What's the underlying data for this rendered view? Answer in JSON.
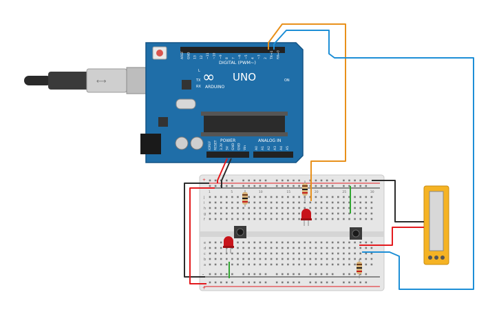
{
  "board": {
    "brand": "ARDUINO",
    "model": "UNO",
    "digital_label": "DIGITAL (PWM~)",
    "power_label": "POWER",
    "analog_label": "ANALOG IN",
    "on_label": "ON",
    "l_label": "L",
    "tx_label": "TX",
    "rx_label": "RX",
    "digital_pins": [
      "AREF",
      "GND",
      "13",
      "12",
      "~11",
      "~10",
      "~9",
      "8",
      "7",
      "~6",
      "~5",
      "4",
      "~3",
      "2",
      "TX→1",
      "RX←0"
    ],
    "power_pins": [
      "IOREF",
      "RESET",
      "3.3V",
      "5V",
      "GND",
      "GND",
      "Vin"
    ],
    "analog_pins": [
      "A0",
      "A1",
      "A2",
      "A3",
      "A4",
      "A5"
    ]
  },
  "breadboard": {
    "row_letters": [
      "j",
      "i",
      "h",
      "g",
      "f",
      "e",
      "d",
      "c",
      "b",
      "a"
    ],
    "rail_plus": "+",
    "rail_minus": "-",
    "column_numbers": [
      "1",
      "5",
      "10",
      "15",
      "20",
      "25",
      "30"
    ]
  },
  "colors": {
    "board_blue": "#1f6ea8",
    "wire_orange": "#e8901a",
    "wire_blue": "#1c8ed6",
    "wire_red": "#e3191d",
    "wire_black": "#2b2b2b",
    "wire_green": "#2fa52f",
    "led_red": "#c8141b",
    "multimeter": "#f5b324"
  }
}
